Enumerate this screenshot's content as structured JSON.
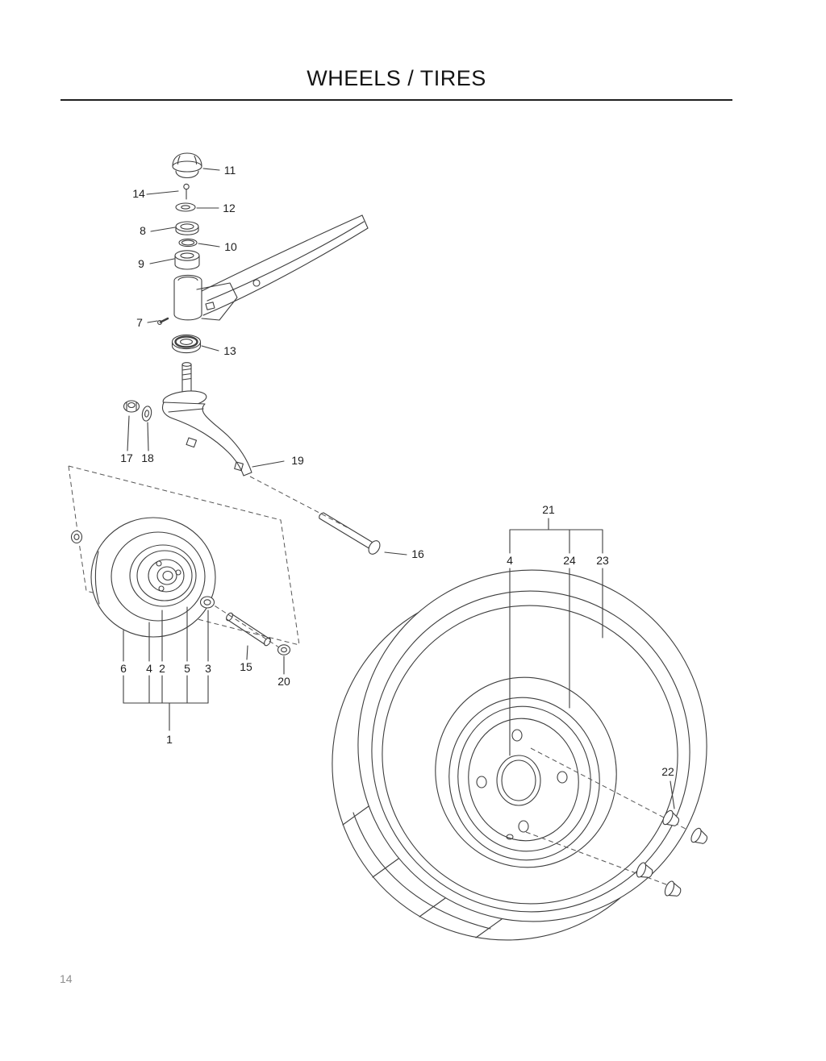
{
  "page": {
    "title": "WHEELS / TIRES",
    "page_number": "14"
  },
  "colors": {
    "ink": "#3e3e3e",
    "label_text": "#1e1e1e"
  },
  "parts": {
    "p1": "1",
    "p2": "2",
    "p3": "3",
    "p4": "4",
    "p5": "5",
    "p6": "6",
    "p7": "7",
    "p8": "8",
    "p9": "9",
    "p10": "10",
    "p11": "11",
    "p12": "12",
    "p13": "13",
    "p14": "14",
    "p15": "15",
    "p16": "16",
    "p17": "17",
    "p18": "18",
    "p19": "19",
    "p20": "20",
    "p21": "21",
    "p22": "22",
    "p23": "23",
    "p24": "24"
  }
}
